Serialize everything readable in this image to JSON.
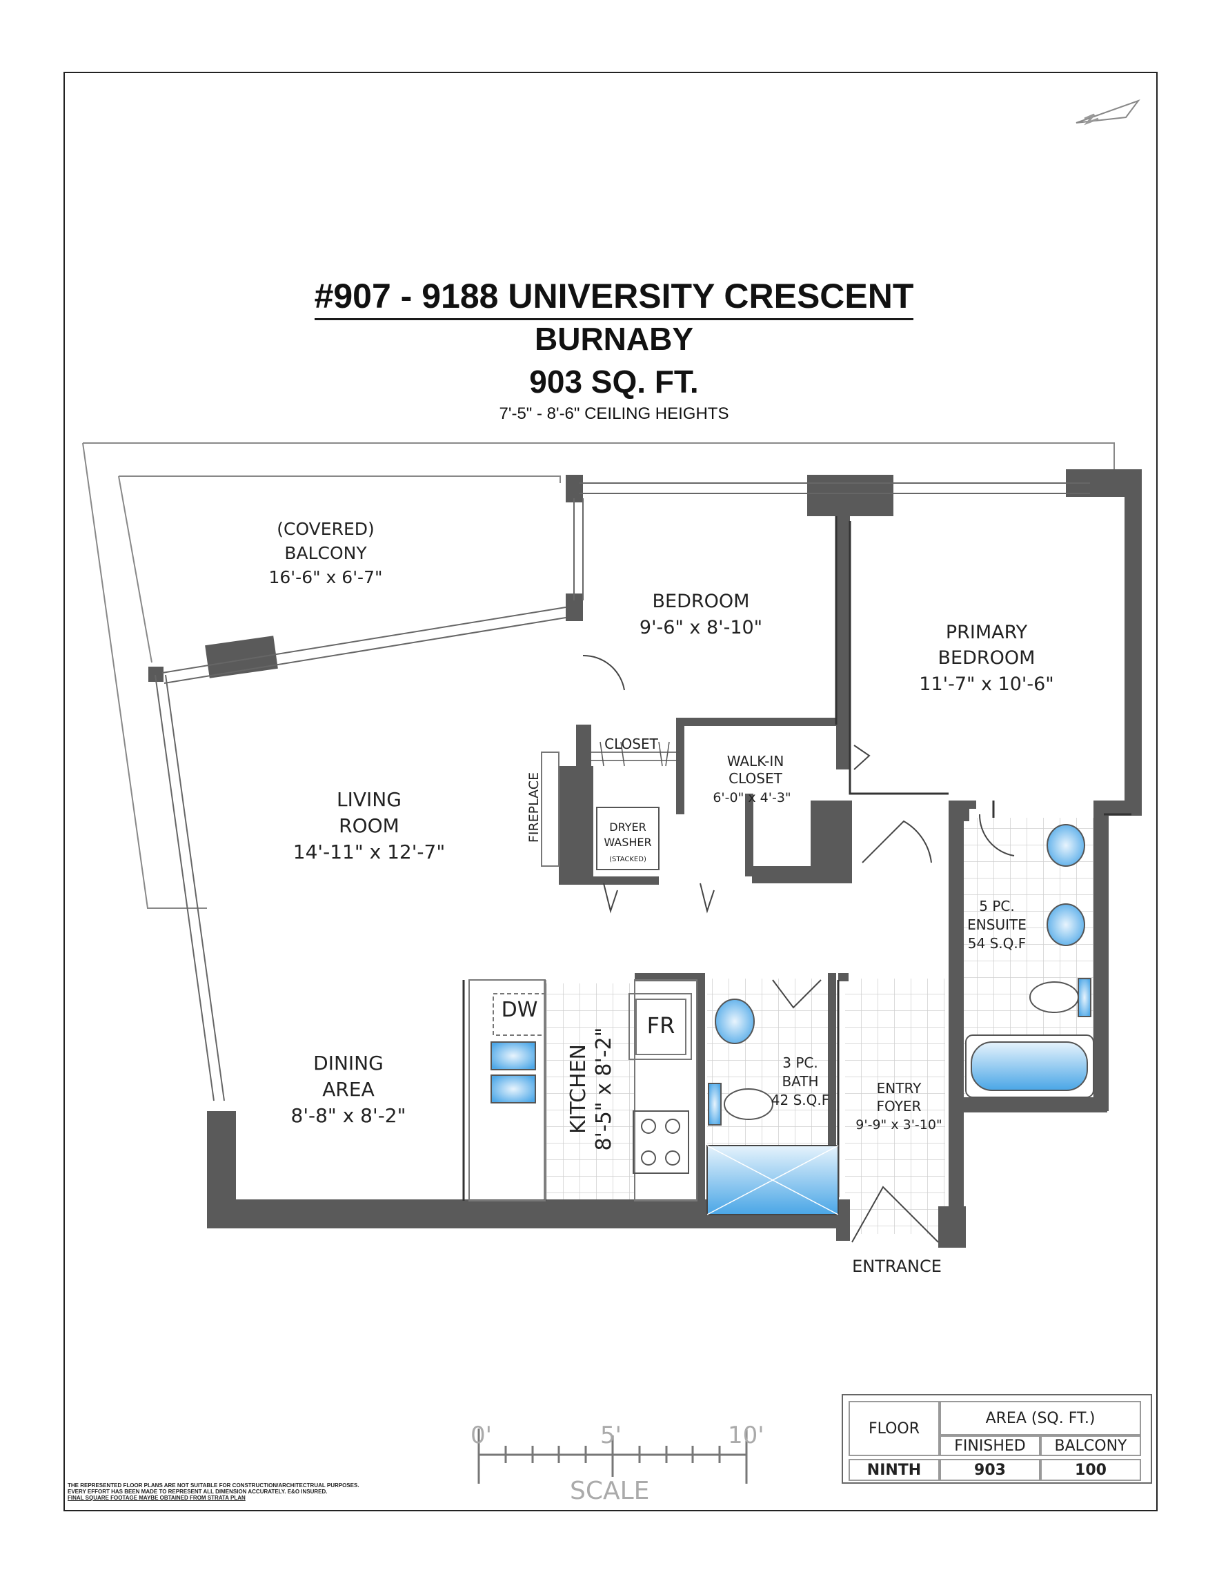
{
  "header": {
    "address": "#907 - 9188 UNIVERSITY CRESCENT",
    "city": "BURNABY",
    "area": "903 SQ. FT.",
    "ceiling": "7'-5\" - 8'-6\" CEILING HEIGHTS"
  },
  "rooms": {
    "balcony": {
      "line1": "(COVERED)",
      "line2": "BALCONY",
      "dims": "16'-6\" x 6'-7\""
    },
    "bedroom": {
      "name": "BEDROOM",
      "dims": "9'-6\" x 8'-10\""
    },
    "primary": {
      "line1": "PRIMARY",
      "line2": "BEDROOM",
      "dims": "11'-7\" x 10'-6\""
    },
    "closet": {
      "name": "CLOSET"
    },
    "walkin": {
      "line1": "WALK-IN",
      "line2": "CLOSET",
      "dims": "6'-0\" x 4'-3\""
    },
    "fireplace": {
      "name": "FIREPLACE"
    },
    "laundry": {
      "line1": "DRYER",
      "line2": "WASHER",
      "note": "(STACKED)"
    },
    "living": {
      "line1": "LIVING",
      "line2": "ROOM",
      "dims": "14'-11\" x 12'-7\""
    },
    "dining": {
      "line1": "DINING",
      "line2": "AREA",
      "dims": "8'-8\" x 8'-2\""
    },
    "kitchen": {
      "name": "KITCHEN",
      "dims": "8'-5\" x 8'-2\""
    },
    "dw": {
      "name": "DW"
    },
    "fr": {
      "name": "FR"
    },
    "bath": {
      "line1": "3 PC.",
      "line2": "BATH",
      "area": "42 S.Q.F"
    },
    "ensuite": {
      "line1": "5 PC.",
      "line2": "ENSUITE",
      "area": "54 S.Q.F"
    },
    "foyer": {
      "line1": "ENTRY",
      "line2": "FOYER",
      "dims": "9'-9\" x 3'-10\""
    },
    "entrance": {
      "name": "ENTRANCE"
    }
  },
  "scale": {
    "ticks": [
      "0'",
      "5'",
      "10'"
    ],
    "label": "SCALE"
  },
  "disclaimer": [
    "THE REPRESENTED FLOOR PLANS ARE NOT SUITABLE FOR CONSTRUCTION/ARCHITECTRUAL PURPOSES.",
    "EVERY EFFORT HAS BEEN MADE TO REPRESENT ALL DIMENSION ACCURATELY. E&O INSURED.",
    "FINAL SQUARE FOOTAGE MAYBE OBTAINED FROM STRATA PLAN"
  ],
  "legend": {
    "floor_header": "FLOOR",
    "area_header": "AREA (SQ. FT.)",
    "finished_header": "FINISHED",
    "balcony_header": "BALCONY",
    "floor_value": "NINTH",
    "finished_value": "903",
    "balcony_value": "100"
  },
  "colors": {
    "wall": "#5a5a5a",
    "fixture_blue": "#5aaee6",
    "tile_line": "#c8c8c8"
  },
  "icons": {
    "north": "north-arrow-icon"
  }
}
